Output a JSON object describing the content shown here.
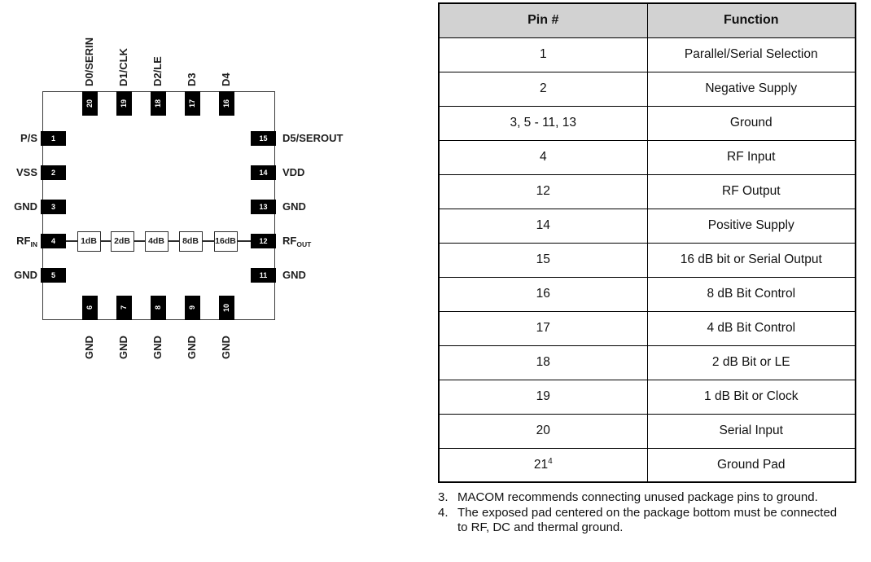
{
  "diagram": {
    "top_pins": [
      {
        "num": "20",
        "label": "D0/SERIN"
      },
      {
        "num": "19",
        "label": "D1/CLK"
      },
      {
        "num": "18",
        "label": "D2/LE"
      },
      {
        "num": "17",
        "label": "D3"
      },
      {
        "num": "16",
        "label": "D4"
      }
    ],
    "bottom_pins": [
      {
        "num": "6",
        "label": "GND"
      },
      {
        "num": "7",
        "label": "GND"
      },
      {
        "num": "8",
        "label": "GND"
      },
      {
        "num": "9",
        "label": "GND"
      },
      {
        "num": "10",
        "label": "GND"
      }
    ],
    "left_pins": [
      {
        "num": "1",
        "label": "P/S"
      },
      {
        "num": "2",
        "label": "VSS"
      },
      {
        "num": "3",
        "label": "GND"
      },
      {
        "num": "4",
        "label": "RF",
        "sub": "IN"
      },
      {
        "num": "5",
        "label": "GND"
      }
    ],
    "right_pins": [
      {
        "num": "15",
        "label": "D5/SEROUT"
      },
      {
        "num": "14",
        "label": "VDD"
      },
      {
        "num": "13",
        "label": "GND"
      },
      {
        "num": "12",
        "label": "RF",
        "sub": "OUT"
      },
      {
        "num": "11",
        "label": "GND"
      }
    ],
    "attenuators": [
      "1dB",
      "2dB",
      "4dB",
      "8dB",
      "16dB"
    ]
  },
  "table": {
    "headers": [
      "Pin #",
      "Function"
    ],
    "rows": [
      {
        "pin": "1",
        "function": "Parallel/Serial Selection"
      },
      {
        "pin": "2",
        "function": "Negative Supply"
      },
      {
        "pin": "3, 5 - 11, 13",
        "function": "Ground"
      },
      {
        "pin": "4",
        "function": "RF Input"
      },
      {
        "pin": "12",
        "function": "RF Output"
      },
      {
        "pin": "14",
        "function": "Positive Supply"
      },
      {
        "pin": "15",
        "function": "16 dB bit or Serial Output"
      },
      {
        "pin": "16",
        "function": "8 dB Bit Control"
      },
      {
        "pin": "17",
        "function": "4 dB Bit Control"
      },
      {
        "pin": "18",
        "function": "2 dB Bit or LE"
      },
      {
        "pin": "19",
        "function": "1 dB Bit or Clock"
      },
      {
        "pin": "20",
        "function": "Serial Input"
      },
      {
        "pin": "21",
        "pin_sup": "4",
        "function": "Ground Pad"
      }
    ]
  },
  "notes": [
    {
      "num": "3.",
      "text": "MACOM recommends connecting unused package pins to ground."
    },
    {
      "num": "4.",
      "text": "The exposed pad centered on the package bottom must be connected to RF, DC and thermal ground."
    }
  ],
  "colors": {
    "pin_fill": "#000000",
    "header_bg": "#d2d2d2",
    "table_border": "#000000",
    "chip_border": "#3c3c3c"
  }
}
